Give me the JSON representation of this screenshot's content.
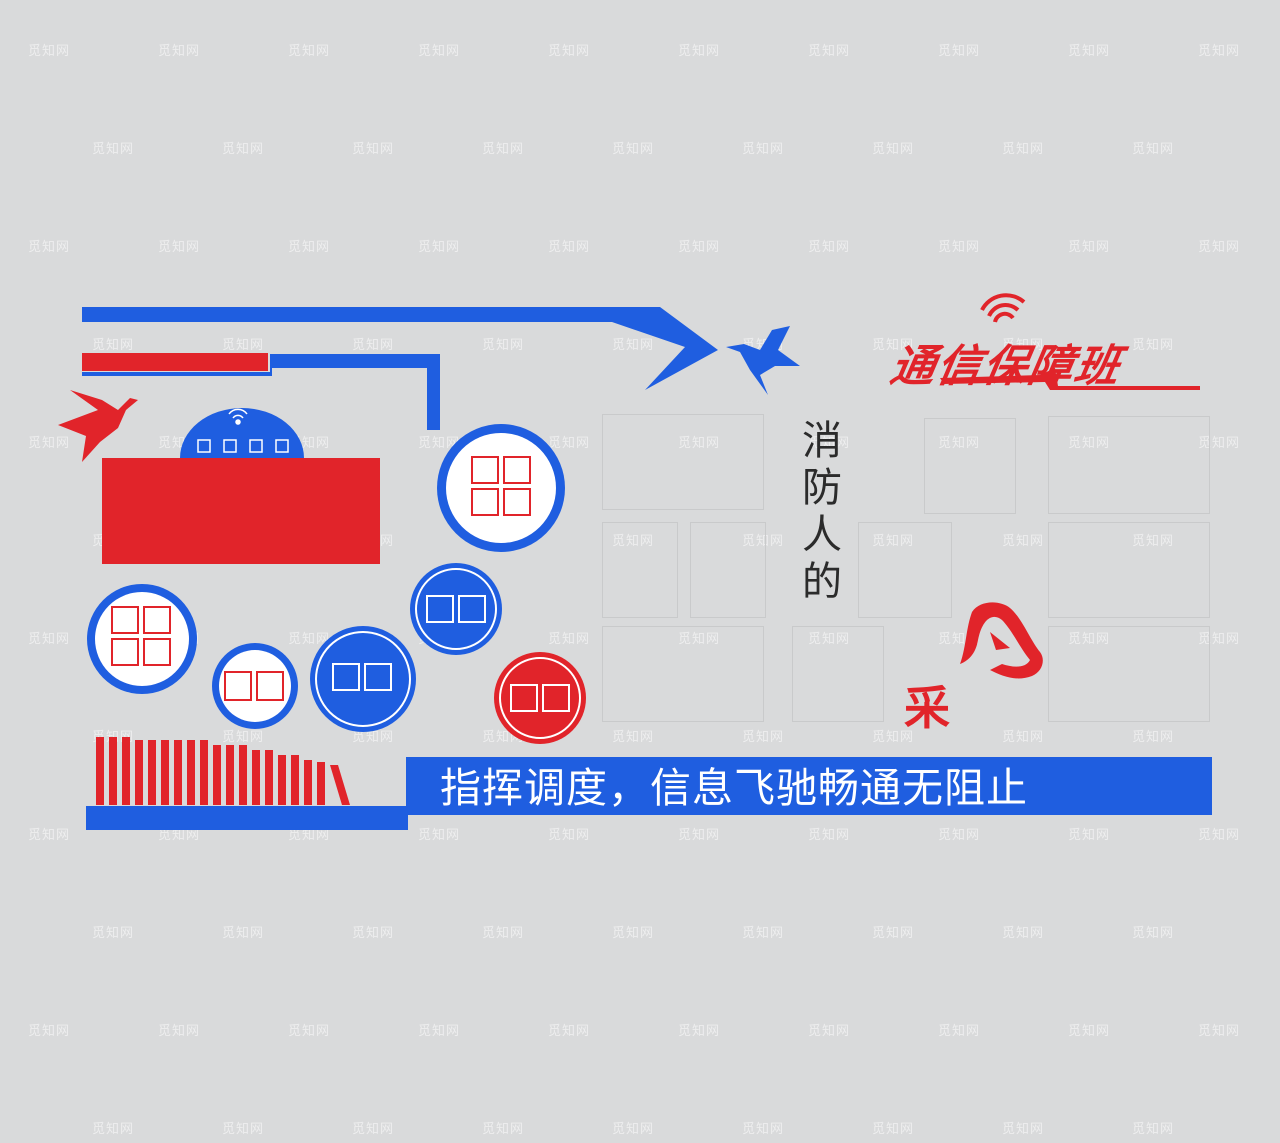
{
  "vertical_title": [
    "消",
    "防",
    "人",
    "的"
  ],
  "team_title": "通信保障班",
  "cai": "采",
  "slogan": "指挥调度，信息飞驰畅通无阻止",
  "watermark": "觅知网",
  "colors": {
    "background": "#d9dadb",
    "blue": "#1f5ee0",
    "red": "#e1242a",
    "white": "#ffffff"
  }
}
